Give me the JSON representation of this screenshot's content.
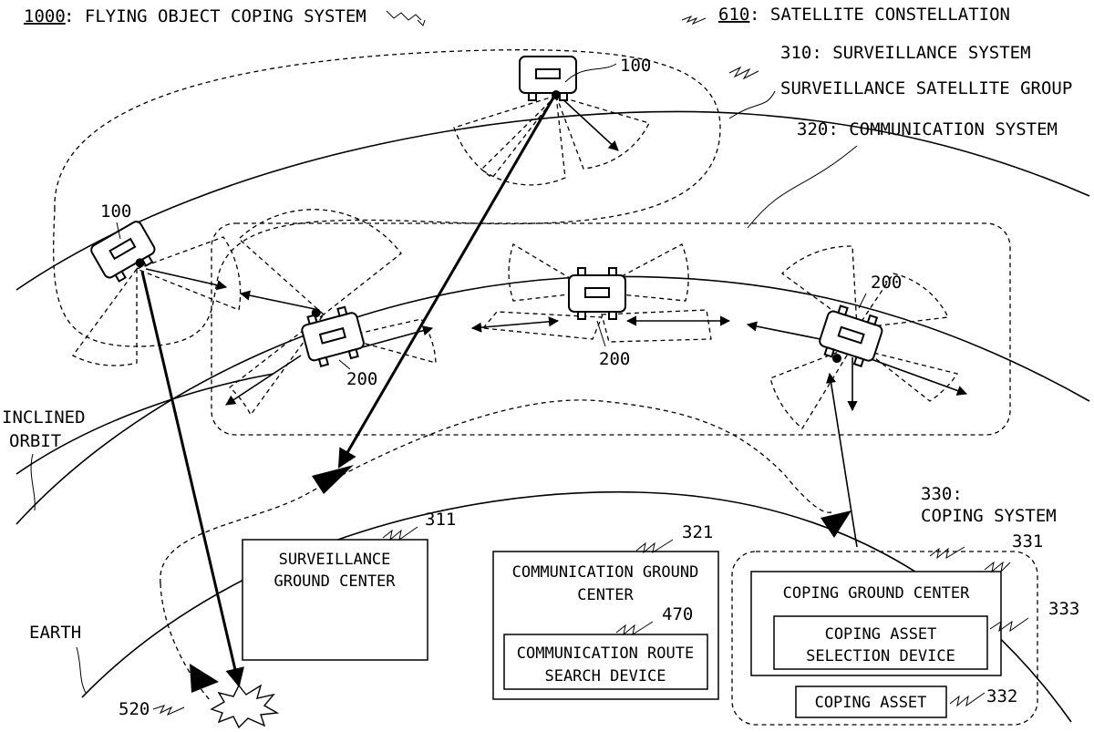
{
  "title": {
    "number": "1000",
    "text": ": FLYING OBJECT COPING SYSTEM"
  },
  "constellation": {
    "number": "610",
    "text": ": SATELLITE CONSTELLATION"
  },
  "labels": {
    "surveillance_system": "310: SURVEILLANCE SYSTEM",
    "surveillance_group": "SURVEILLANCE SATELLITE GROUP",
    "communication_system": "320: COMMUNICATION SYSTEM",
    "coping_system_line1": "330:",
    "coping_system_line2": "COPING SYSTEM",
    "inclined_orbit_line1": "INCLINED",
    "inclined_orbit_line2": "ORBIT",
    "earth": "EARTH",
    "ref_100": "100",
    "ref_200": "200",
    "ref_311": "311",
    "ref_321": "321",
    "ref_470": "470",
    "ref_331": "331",
    "ref_333": "333",
    "ref_332": "332",
    "ref_520": "520"
  },
  "boxes": {
    "surveillance_ground_center_line1": "SURVEILLANCE",
    "surveillance_ground_center_line2": "GROUND CENTER",
    "communication_ground_center_line1": "COMMUNICATION GROUND",
    "communication_ground_center_line2": "CENTER",
    "route_search_line1": "COMMUNICATION ROUTE",
    "route_search_line2": "SEARCH DEVICE",
    "coping_ground_center": "COPING GROUND CENTER",
    "asset_selection_line1": "COPING ASSET",
    "asset_selection_line2": "SELECTION DEVICE",
    "coping_asset": "COPING ASSET"
  }
}
